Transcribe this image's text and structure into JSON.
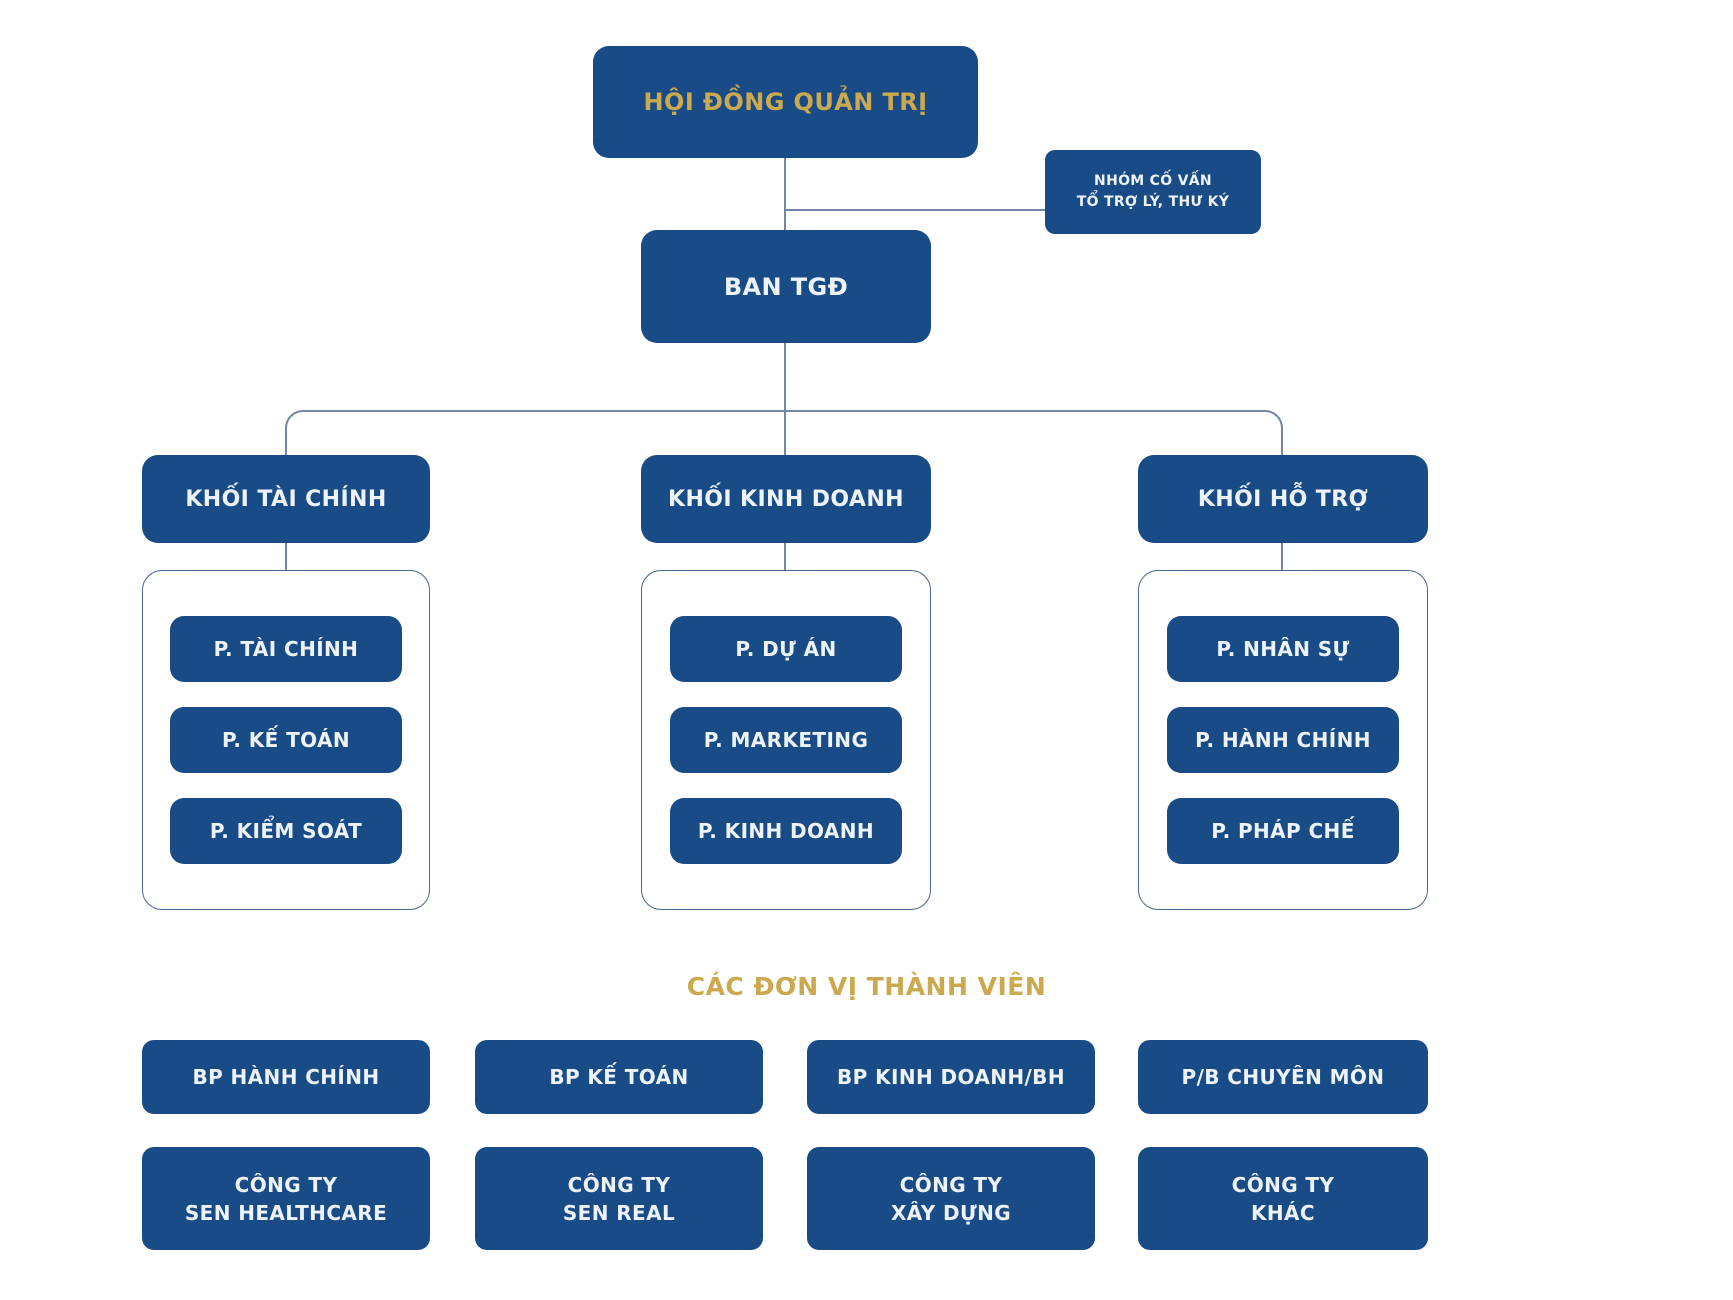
{
  "palette": {
    "box_blue": "#194C86",
    "gold": "#CBA94E",
    "text_light": "#EDF3F9",
    "line": "#7285A6",
    "container_border": "#48648F"
  },
  "board": {
    "label": "HỘI ĐỒNG QUẢN TRỊ"
  },
  "advisor": {
    "line1": "NHÓM CỐ VẤN",
    "line2": "TỔ TRỢ LÝ, THƯ KÝ"
  },
  "ceo": {
    "label": "BAN TGĐ"
  },
  "divisions": [
    {
      "label": "KHỐI TÀI CHÍNH",
      "departments": [
        "P. TÀI CHÍNH",
        "P. KẾ TOÁN",
        "P. KIỂM SOÁT"
      ]
    },
    {
      "label": "KHỐI KINH DOANH",
      "departments": [
        "P. DỰ ÁN",
        "P. MARKETING",
        "P. KINH DOANH"
      ]
    },
    {
      "label": "KHỐI HỖ TRỢ",
      "departments": [
        "P. NHÂN SỰ",
        "P. HÀNH CHÍNH",
        "P. PHÁP CHẾ"
      ]
    }
  ],
  "members": {
    "heading": "CÁC ĐƠN VỊ THÀNH VIÊN",
    "units": [
      "BP HÀNH CHÍNH",
      "BP KẾ TOÁN",
      "BP KINH DOANH/BH",
      "P/B CHUYÊN MÔN"
    ],
    "companies": [
      {
        "line1": "CÔNG TY",
        "line2": "SEN HEALTHCARE"
      },
      {
        "line1": "CÔNG TY",
        "line2": "SEN REAL"
      },
      {
        "line1": "CÔNG TY",
        "line2": "XÂY DỰNG"
      },
      {
        "line1": "CÔNG TY",
        "line2": "KHÁC"
      }
    ]
  }
}
